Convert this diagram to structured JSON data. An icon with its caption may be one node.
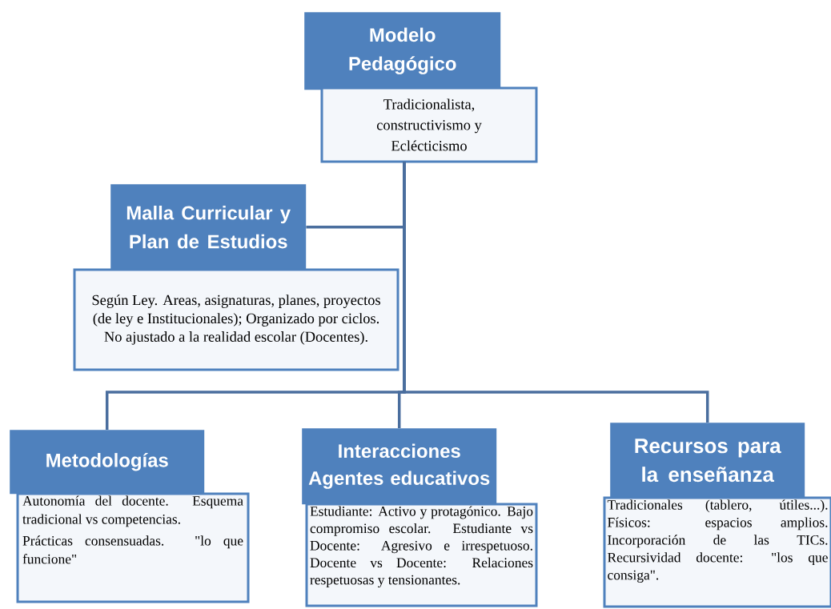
{
  "diagram": {
    "nodes": [
      {
        "text": [
          "Modelo Pedagógico"
        ]
      },
      {
        "text": [
          "Tradicionalista, constructivismo y Eclécticismo"
        ]
      },
      {
        "text": [
          "Malla Curricular y Plan de Estudios"
        ]
      },
      {
        "text": [
          "Según Ley.  Areas, asignaturas, planes, proyectos (de ley e Institucionales); Organizado por ciclos. No ajustado a la realidad escolar (Docentes)."
        ]
      },
      {
        "text": [
          "Metodologías"
        ]
      },
      {
        "text": [
          "Autonomía del docente. Esquema tradicional vs competencias.",
          "Prácticas consensuadas. \"lo que funcione\""
        ]
      },
      {
        "text": [
          "Interacciones Agentes educativos"
        ]
      },
      {
        "text": [
          "Estudiante: Activo y protagónico. Bajo compromiso escolar. Estudiante vs Docente: Agresivo e irrespetuoso. Docente vs Docente: Relaciones respetuosas y tensionantes."
        ]
      },
      {
        "text": [
          "Recursos para la enseñanza"
        ]
      },
      {
        "text": [
          "Tradicionales (tablero, útiles...). Físicos: espacios amplios. Incorporación de las TICs. Recursividad docente: \"los que consiga\"."
        ]
      }
    ],
    "edges": [
      {
        "from": 1,
        "to": 2,
        "arrow": "none"
      },
      {
        "from": 1,
        "to": 4,
        "arrow": "none"
      },
      {
        "from": 1,
        "to": 6,
        "arrow": "none"
      },
      {
        "from": 1,
        "to": 8,
        "arrow": "none"
      }
    ]
  }
}
